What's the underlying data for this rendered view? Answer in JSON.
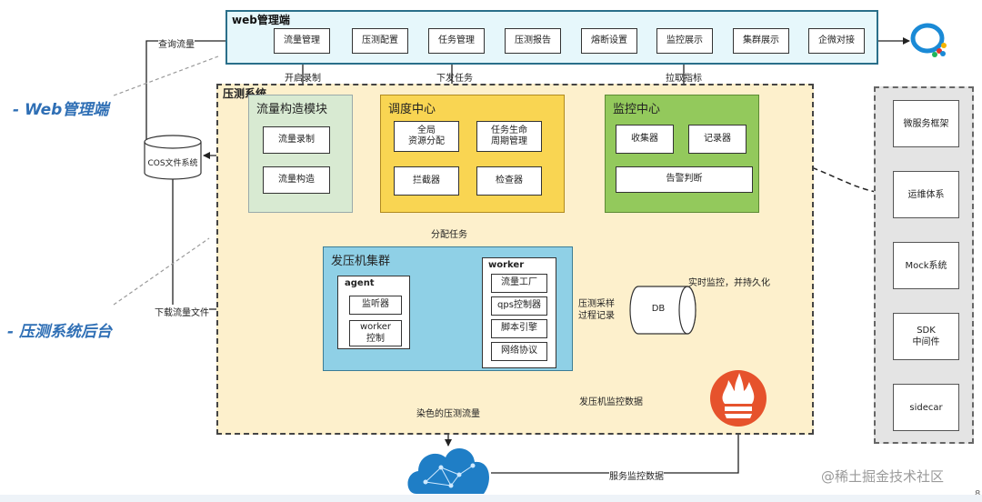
{
  "web_panel": {
    "title": "web管理端",
    "items": [
      "流量管理",
      "压测配置",
      "任务管理",
      "压测报告",
      "熔断设置",
      "监控展示",
      "集群展示",
      "企微对接"
    ]
  },
  "side_labels": {
    "web": "- Web管理端",
    "backend": "- 压测系统后台"
  },
  "cos": "COS文件系统",
  "edge_labels": {
    "query": "查询流量",
    "open_record": "开启录制",
    "dispatch": "下发任务",
    "pull_metrics": "拉取指标",
    "assign": "分配任务",
    "download": "下载流量文件",
    "realtime": "实时监控，并持久化",
    "sample": "压测采样\n过程记录",
    "machine_monitor": "发压机监控数据",
    "dyed": "染色的压测流量",
    "service_monitor": "服务监控数据"
  },
  "system": {
    "title": "压测系统"
  },
  "traffic": {
    "title": "流量构造模块",
    "items": [
      "流量录制",
      "流量构造"
    ]
  },
  "dispatch_center": {
    "title": "调度中心",
    "items": [
      "全局\n资源分配",
      "任务生命\n周期管理",
      "拦截器",
      "检查器"
    ]
  },
  "monitor_center": {
    "title": "监控中心",
    "items": [
      "收集器",
      "记录器",
      "告警判断"
    ]
  },
  "cluster": {
    "title": "发压机集群",
    "agent": {
      "title": "agent",
      "items": [
        "监听器",
        "worker\n控制"
      ]
    },
    "worker": {
      "title": "worker",
      "items": [
        "流量工厂",
        "qps控制器",
        "脚本引擎",
        "网络协议"
      ]
    }
  },
  "db": "DB",
  "right_panel": {
    "items": [
      "微服务框架",
      "运维体系",
      "Mock系统",
      "SDK\n中间件",
      "sidecar"
    ]
  },
  "watermark": "@稀土掘金技术社区",
  "page_number": "8",
  "colors": {
    "web_bg": "#e6f7fb",
    "web_border": "#2a6f8a",
    "system_bg": "#fdf0cc",
    "traffic_bg": "#d8ead2",
    "dispatch_bg": "#f9d552",
    "monitor_bg": "#93c95c",
    "cluster_bg": "#8fd0e6",
    "right_bg": "#e4e4e4",
    "blue_text": "#2f6fb5"
  }
}
